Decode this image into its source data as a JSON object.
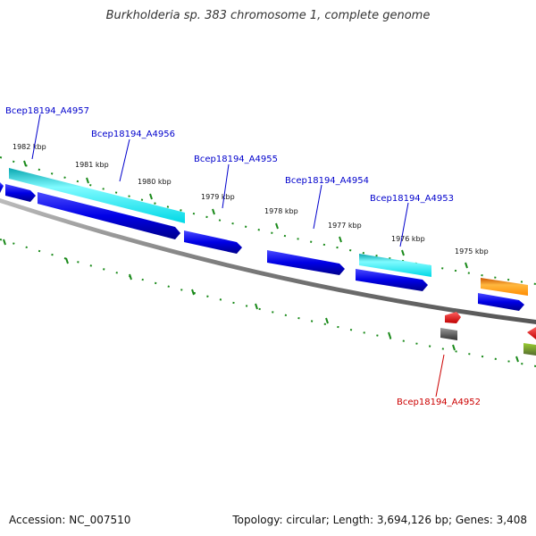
{
  "title": "Burkholderia sp. 383 chromosome 1, complete genome",
  "accession": "Accession: NC_007510",
  "summary": "Topology: circular; Length: 3,694,126 bp; Genes: 3,408",
  "colors": {
    "backbone": "#7f7f7f",
    "tick": "#1a8a1a",
    "cds_blue": "#0000e6",
    "cds_cyan": "#00e6f0",
    "cds_orange": "#ff9900",
    "rna_red": "#ee0000",
    "pseudo_gray": "#555555",
    "label_blue": "#0000cc",
    "label_red": "#cc0000"
  },
  "scale": {
    "unit": "kbp",
    "ticks": [
      "1982 kbp",
      "1981 kbp",
      "1980 kbp",
      "1979 kbp",
      "1978 kbp",
      "1977 kbp",
      "1976 kbp",
      "1975 kbp"
    ]
  },
  "gene_labels": [
    {
      "id": "Bcep18194_A4957",
      "strand": "top"
    },
    {
      "id": "Bcep18194_A4956",
      "strand": "top"
    },
    {
      "id": "Bcep18194_A4955",
      "strand": "top"
    },
    {
      "id": "Bcep18194_A4954",
      "strand": "top"
    },
    {
      "id": "Bcep18194_A4953",
      "strand": "top"
    },
    {
      "id": "Bcep18194_A4952",
      "strand": "bottom"
    }
  ]
}
